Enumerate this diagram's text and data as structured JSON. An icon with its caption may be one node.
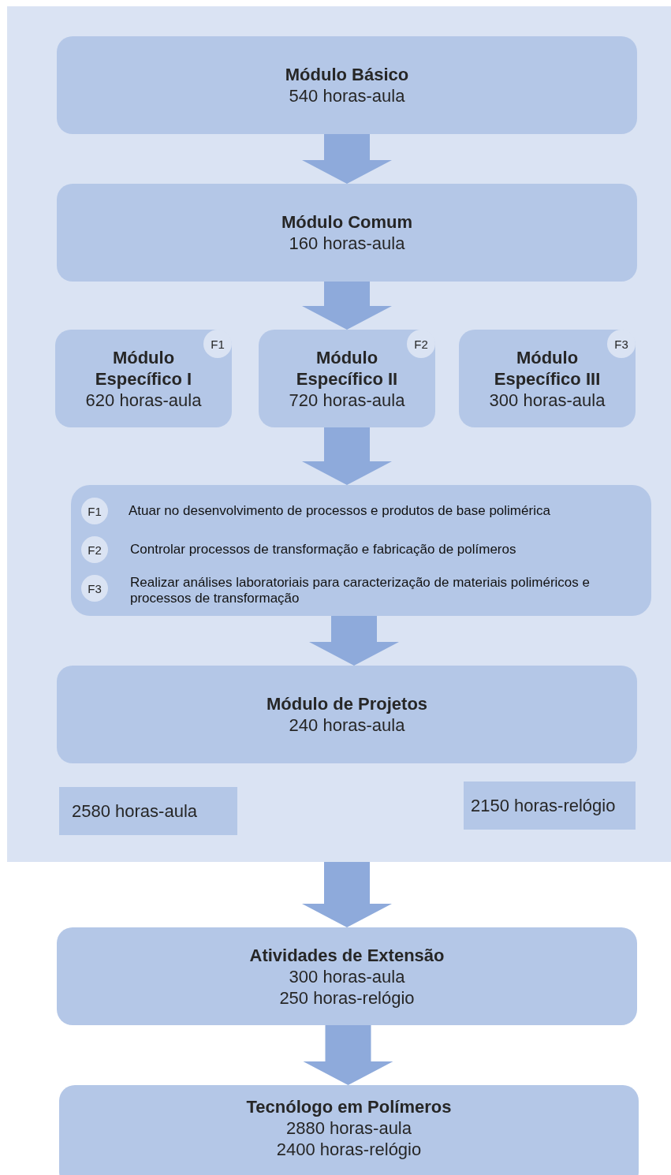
{
  "diagram": {
    "nodes": [
      {
        "text": [],
        "shape": "box"
      },
      {
        "text": [
          "Módulo Básico",
          "540 horas-aula"
        ],
        "in": 0
      },
      {
        "text": [
          "Módulo Comum",
          "160 horas-aula"
        ],
        "in": 0
      },
      {
        "text": [
          "Módulo Específico I",
          "620 horas-aula"
        ],
        "in": 0
      },
      {
        "text": [
          "F1"
        ],
        "in": 3
      },
      {
        "text": [
          "Módulo Específico II",
          "720 horas-aula"
        ],
        "in": 0
      },
      {
        "text": [
          "F2"
        ],
        "in": 5
      },
      {
        "text": [
          "Módulo Específico III",
          "300 horas-aula"
        ],
        "in": 0
      },
      {
        "text": [
          "F3"
        ],
        "in": 7
      },
      {
        "text": [],
        "shape": "box",
        "in": 0
      },
      {
        "text": [
          "F1"
        ],
        "beside": [
          "Atuar no desenvolvimento de processos e produtos de base polimérica"
        ],
        "in": 9
      },
      {
        "text": [
          "F2"
        ],
        "beside": [
          "Controlar processos de transformação e fabricação de polímeros"
        ],
        "in": 9
      },
      {
        "text": [
          "F3"
        ],
        "beside": [
          "Realizar análises laboratoriais para caracterização de materiais poliméricos e processos de transformação"
        ],
        "in": 9
      },
      {
        "text": [
          "Módulo de Projetos",
          "240 horas-aula"
        ],
        "in": 0
      },
      {
        "text": [
          "2580 horas-aula"
        ],
        "in": 0
      },
      {
        "text": [
          "2150 horas-relógio"
        ],
        "in": 0
      },
      {
        "text": [
          "Atividades de Extensão",
          "300 horas-aula",
          "250 horas-relógio"
        ]
      },
      {
        "text": [
          "Tecnólogo em Polímeros",
          "2880 horas-aula",
          "2400 horas-relógio"
        ]
      }
    ],
    "edges": [
      {
        "from": 1,
        "to": 2,
        "arrow": "to"
      },
      {
        "from": 2,
        "to": 5,
        "arrow": "to"
      },
      {
        "from": 5,
        "to": 9,
        "arrow": "to"
      },
      {
        "from": 9,
        "to": 13,
        "arrow": "to"
      },
      {
        "from": 0,
        "to": 16,
        "arrow": "to"
      },
      {
        "from": 16,
        "to": 17,
        "arrow": "to"
      }
    ]
  }
}
